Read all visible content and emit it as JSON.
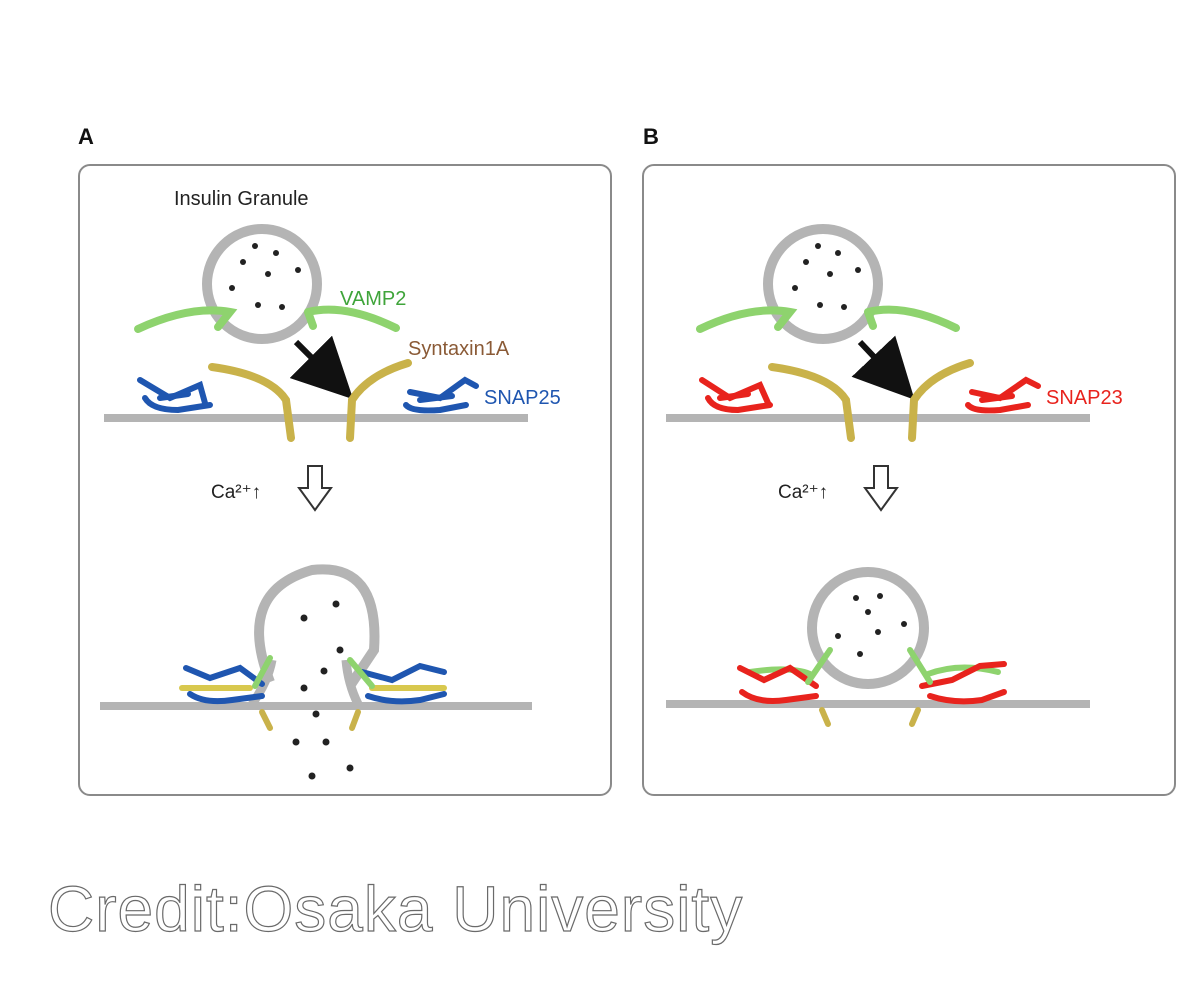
{
  "panels": [
    {
      "letter": "A",
      "snap_label": "SNAP25",
      "snap_color": "#1f56b0"
    },
    {
      "letter": "B",
      "snap_label": "SNAP23",
      "snap_color": "#e8231d"
    }
  ],
  "labels": {
    "granule": "Insulin Granule",
    "vamp": "VAMP2",
    "syntaxin": "Syntaxin1A",
    "calcium": "Ca²⁺↑"
  },
  "colors": {
    "membrane": "#b4b4b4",
    "vamp": "#8ed36e",
    "syntaxin": "#c9b24a",
    "snap25": "#1f56b0",
    "snap23": "#e8231d",
    "vamp_text": "#3fa43a",
    "syntaxin_text": "#8a5a36"
  },
  "credit": "Credit:Osaka University"
}
